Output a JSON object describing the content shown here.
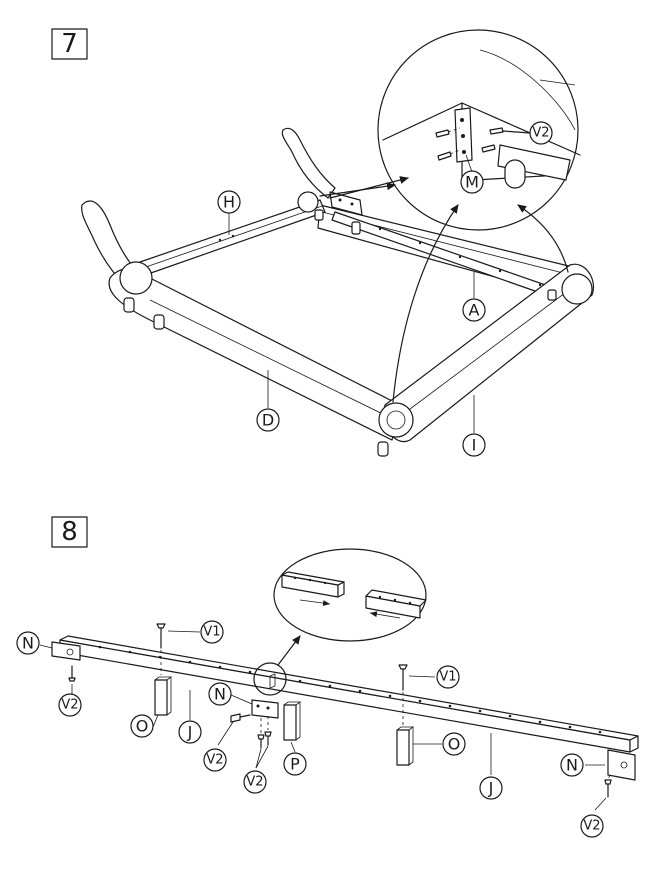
{
  "steps": [
    {
      "number": "7",
      "labels": {
        "H": "H",
        "M": "M",
        "V2": "V2",
        "A": "A",
        "D": "D",
        "I": "I"
      }
    },
    {
      "number": "8",
      "labels": {
        "N_left": "N",
        "N_mid": "N",
        "N_right": "N",
        "V1_left": "V1",
        "V1_right": "V1",
        "V2_left": "V2",
        "V2_mid": "V2",
        "V2_midscrews": "V2",
        "V2_right": "V2",
        "O_left": "O",
        "O_right": "O",
        "J_left": "J",
        "J_right": "J",
        "P": "P"
      }
    }
  ]
}
